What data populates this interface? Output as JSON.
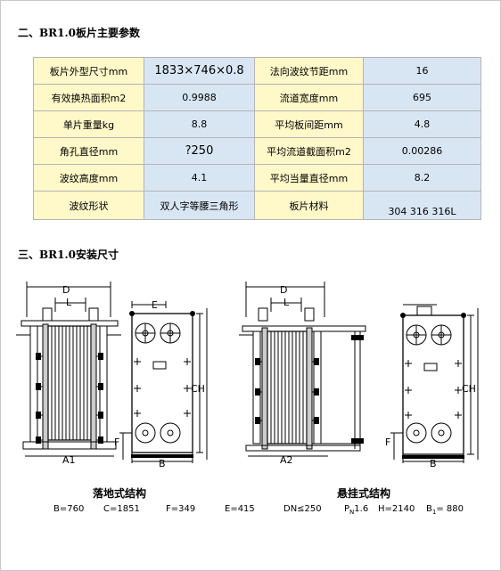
{
  "section2": {
    "title": "二、BR1.0板片主要参数"
  },
  "section3": {
    "title": "三、BR1.0安装尺寸"
  },
  "params": {
    "rows": [
      [
        {
          "label": "板片外型尺寸mm",
          "value": "1833×746×0.8"
        },
        {
          "label": "法向波纹节距mm",
          "value": "16"
        }
      ],
      [
        {
          "label": "有效换热面积m2",
          "value": "0.9988"
        },
        {
          "label": "流道宽度mm",
          "value": "695"
        }
      ],
      [
        {
          "label": "单片重量kg",
          "value": "8.8"
        },
        {
          "label": "平均板间距mm",
          "value": "4.8"
        }
      ],
      [
        {
          "label": "角孔直径mm",
          "value": "?250"
        },
        {
          "label": "平均流道截面积m2",
          "value": "0.00286"
        }
      ],
      [
        {
          "label": "波纹高度mm",
          "value": "4.1"
        },
        {
          "label": "平均当量直径mm",
          "value": "8.2"
        }
      ],
      [
        {
          "label": "波纹形状",
          "value": "双人字等腰三角形"
        },
        {
          "label": "板片材料",
          "value": "304  316  316L"
        }
      ]
    ]
  },
  "drawings": {
    "labels": {
      "D": "D",
      "L": "L",
      "E": "E",
      "CH": "CH",
      "F": "F",
      "A1": "A1",
      "A2": "A2",
      "B": "B"
    },
    "floor": {
      "caption": "落地式结构"
    },
    "hanging": {
      "caption": "悬挂式结构"
    }
  },
  "dims": {
    "b": "B=760",
    "c": "C=1851",
    "f": "F=349",
    "e": "E=415",
    "dn": "DN≤250",
    "pn_p": "P",
    "pn_sub": "N",
    "pn_val": "1.6",
    "h": "H=2140",
    "b1_b": "B",
    "b1_sub": "1",
    "b1_val": "= 880"
  }
}
